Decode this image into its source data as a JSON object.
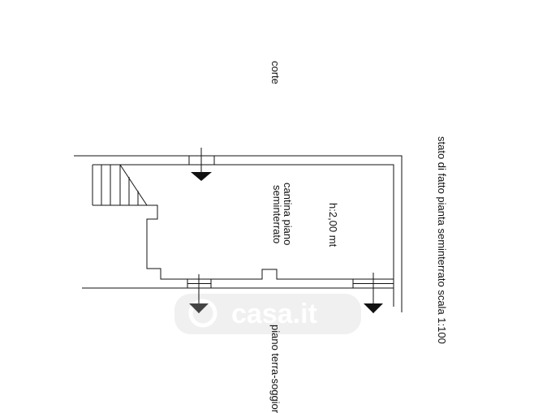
{
  "labels": {
    "courtyard": "corte",
    "height": "h:2,00 mt",
    "room_line1": "cantina piano",
    "room_line2": "seminterrato",
    "title": "stato di fatto pianta seminterrato scala 1:100",
    "ground_floor": "piano terra-soggiorno"
  },
  "watermark": "casa.it"
}
